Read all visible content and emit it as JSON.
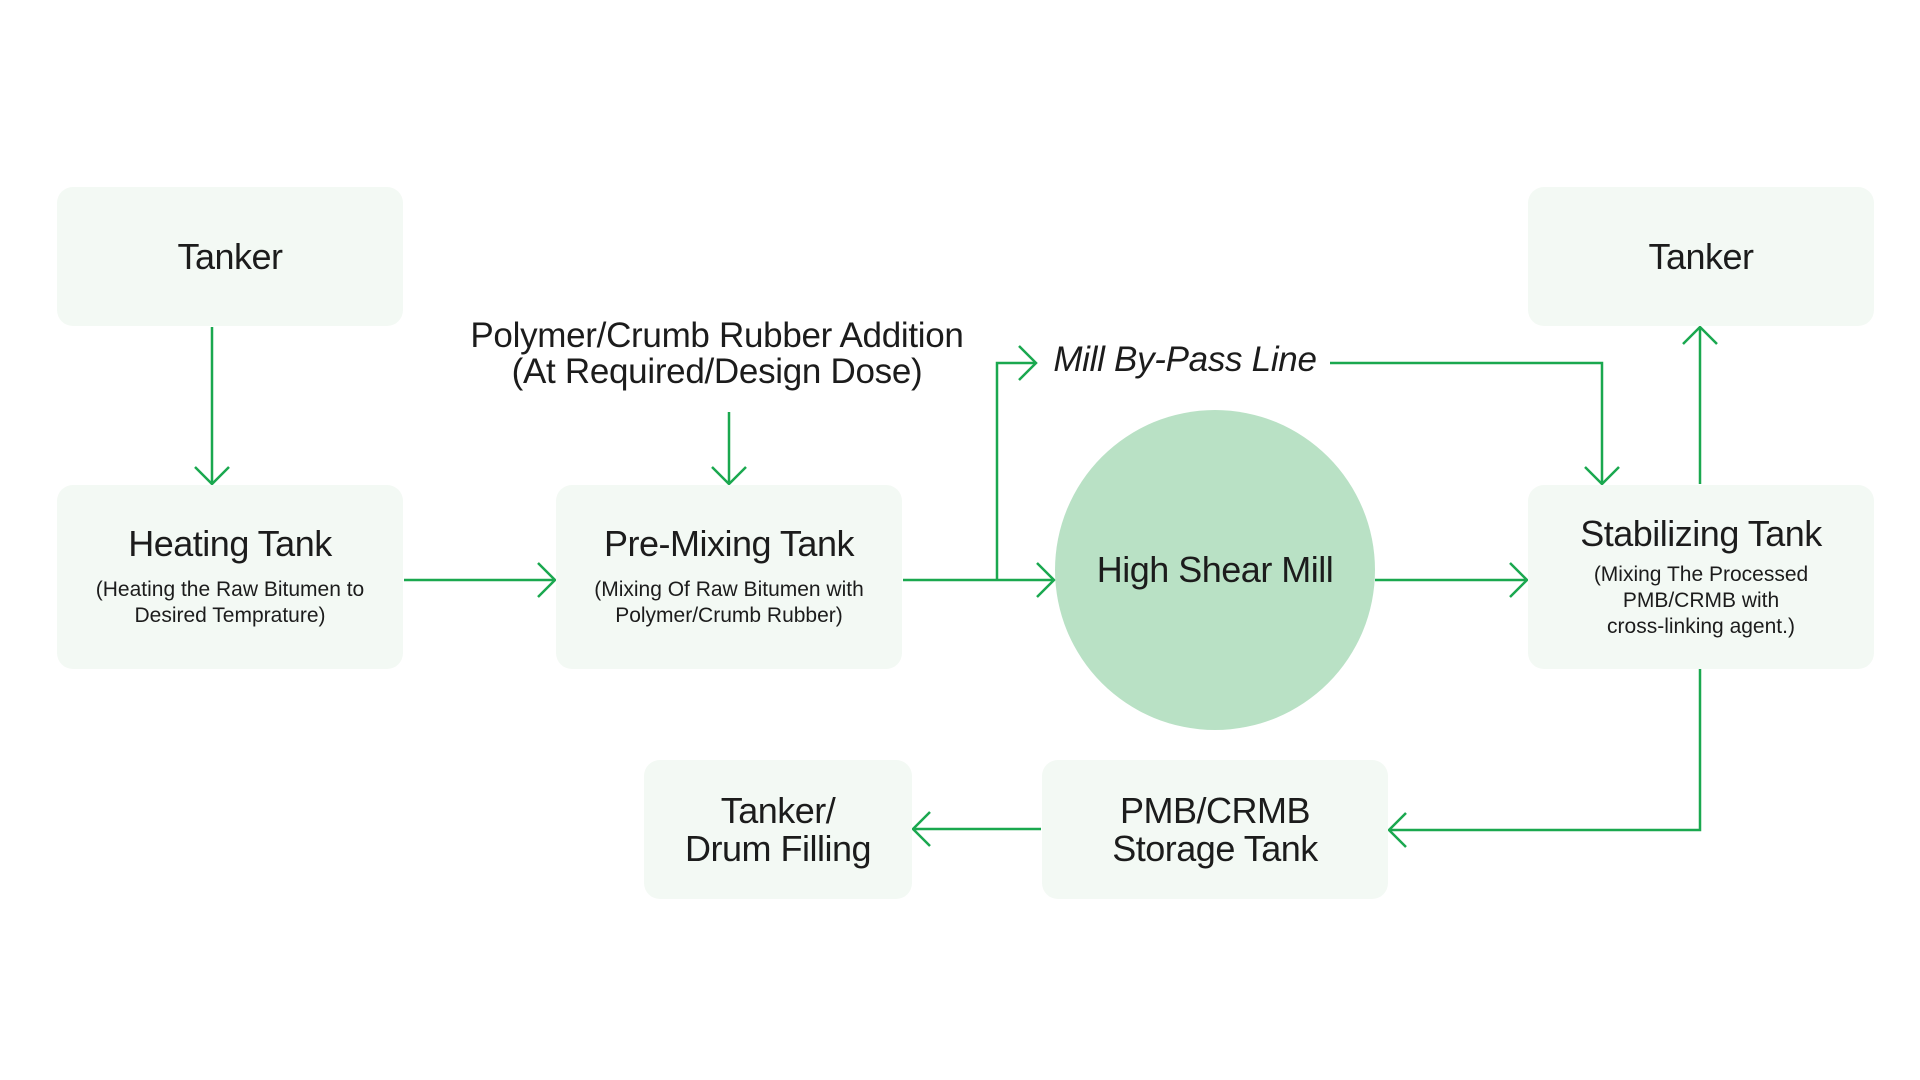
{
  "nodes": {
    "tanker_in": {
      "title": "Tanker"
    },
    "heating_tank": {
      "title": "Heating Tank",
      "subtitle": "(Heating the Raw Bitumen to\nDesired Temprature)"
    },
    "pre_mixing_tank": {
      "title": "Pre-Mixing Tank",
      "subtitle": "(Mixing Of Raw Bitumen with\nPolymer/Crumb Rubber)"
    },
    "high_shear_mill": {
      "title": "High Shear Mill"
    },
    "stabilizing_tank": {
      "title": "Stabilizing Tank",
      "subtitle": "(Mixing The Processed\nPMB/CRMB with\ncross-linking agent.)"
    },
    "tanker_out": {
      "title": "Tanker"
    },
    "storage_tank": {
      "title": "PMB/CRMB\nStorage Tank"
    },
    "drum_filling": {
      "title": "Tanker/\nDrum Filling"
    }
  },
  "labels": {
    "polymer_addition": "Polymer/Crumb Rubber Addition\n(At Required/Design Dose)",
    "bypass_line": "Mill By-Pass Line"
  },
  "colors": {
    "arrow": "#1aa84f",
    "box_fill": "#f3f9f4",
    "circle_fill": "#b9e1c5",
    "text": "#1c1c1c"
  }
}
